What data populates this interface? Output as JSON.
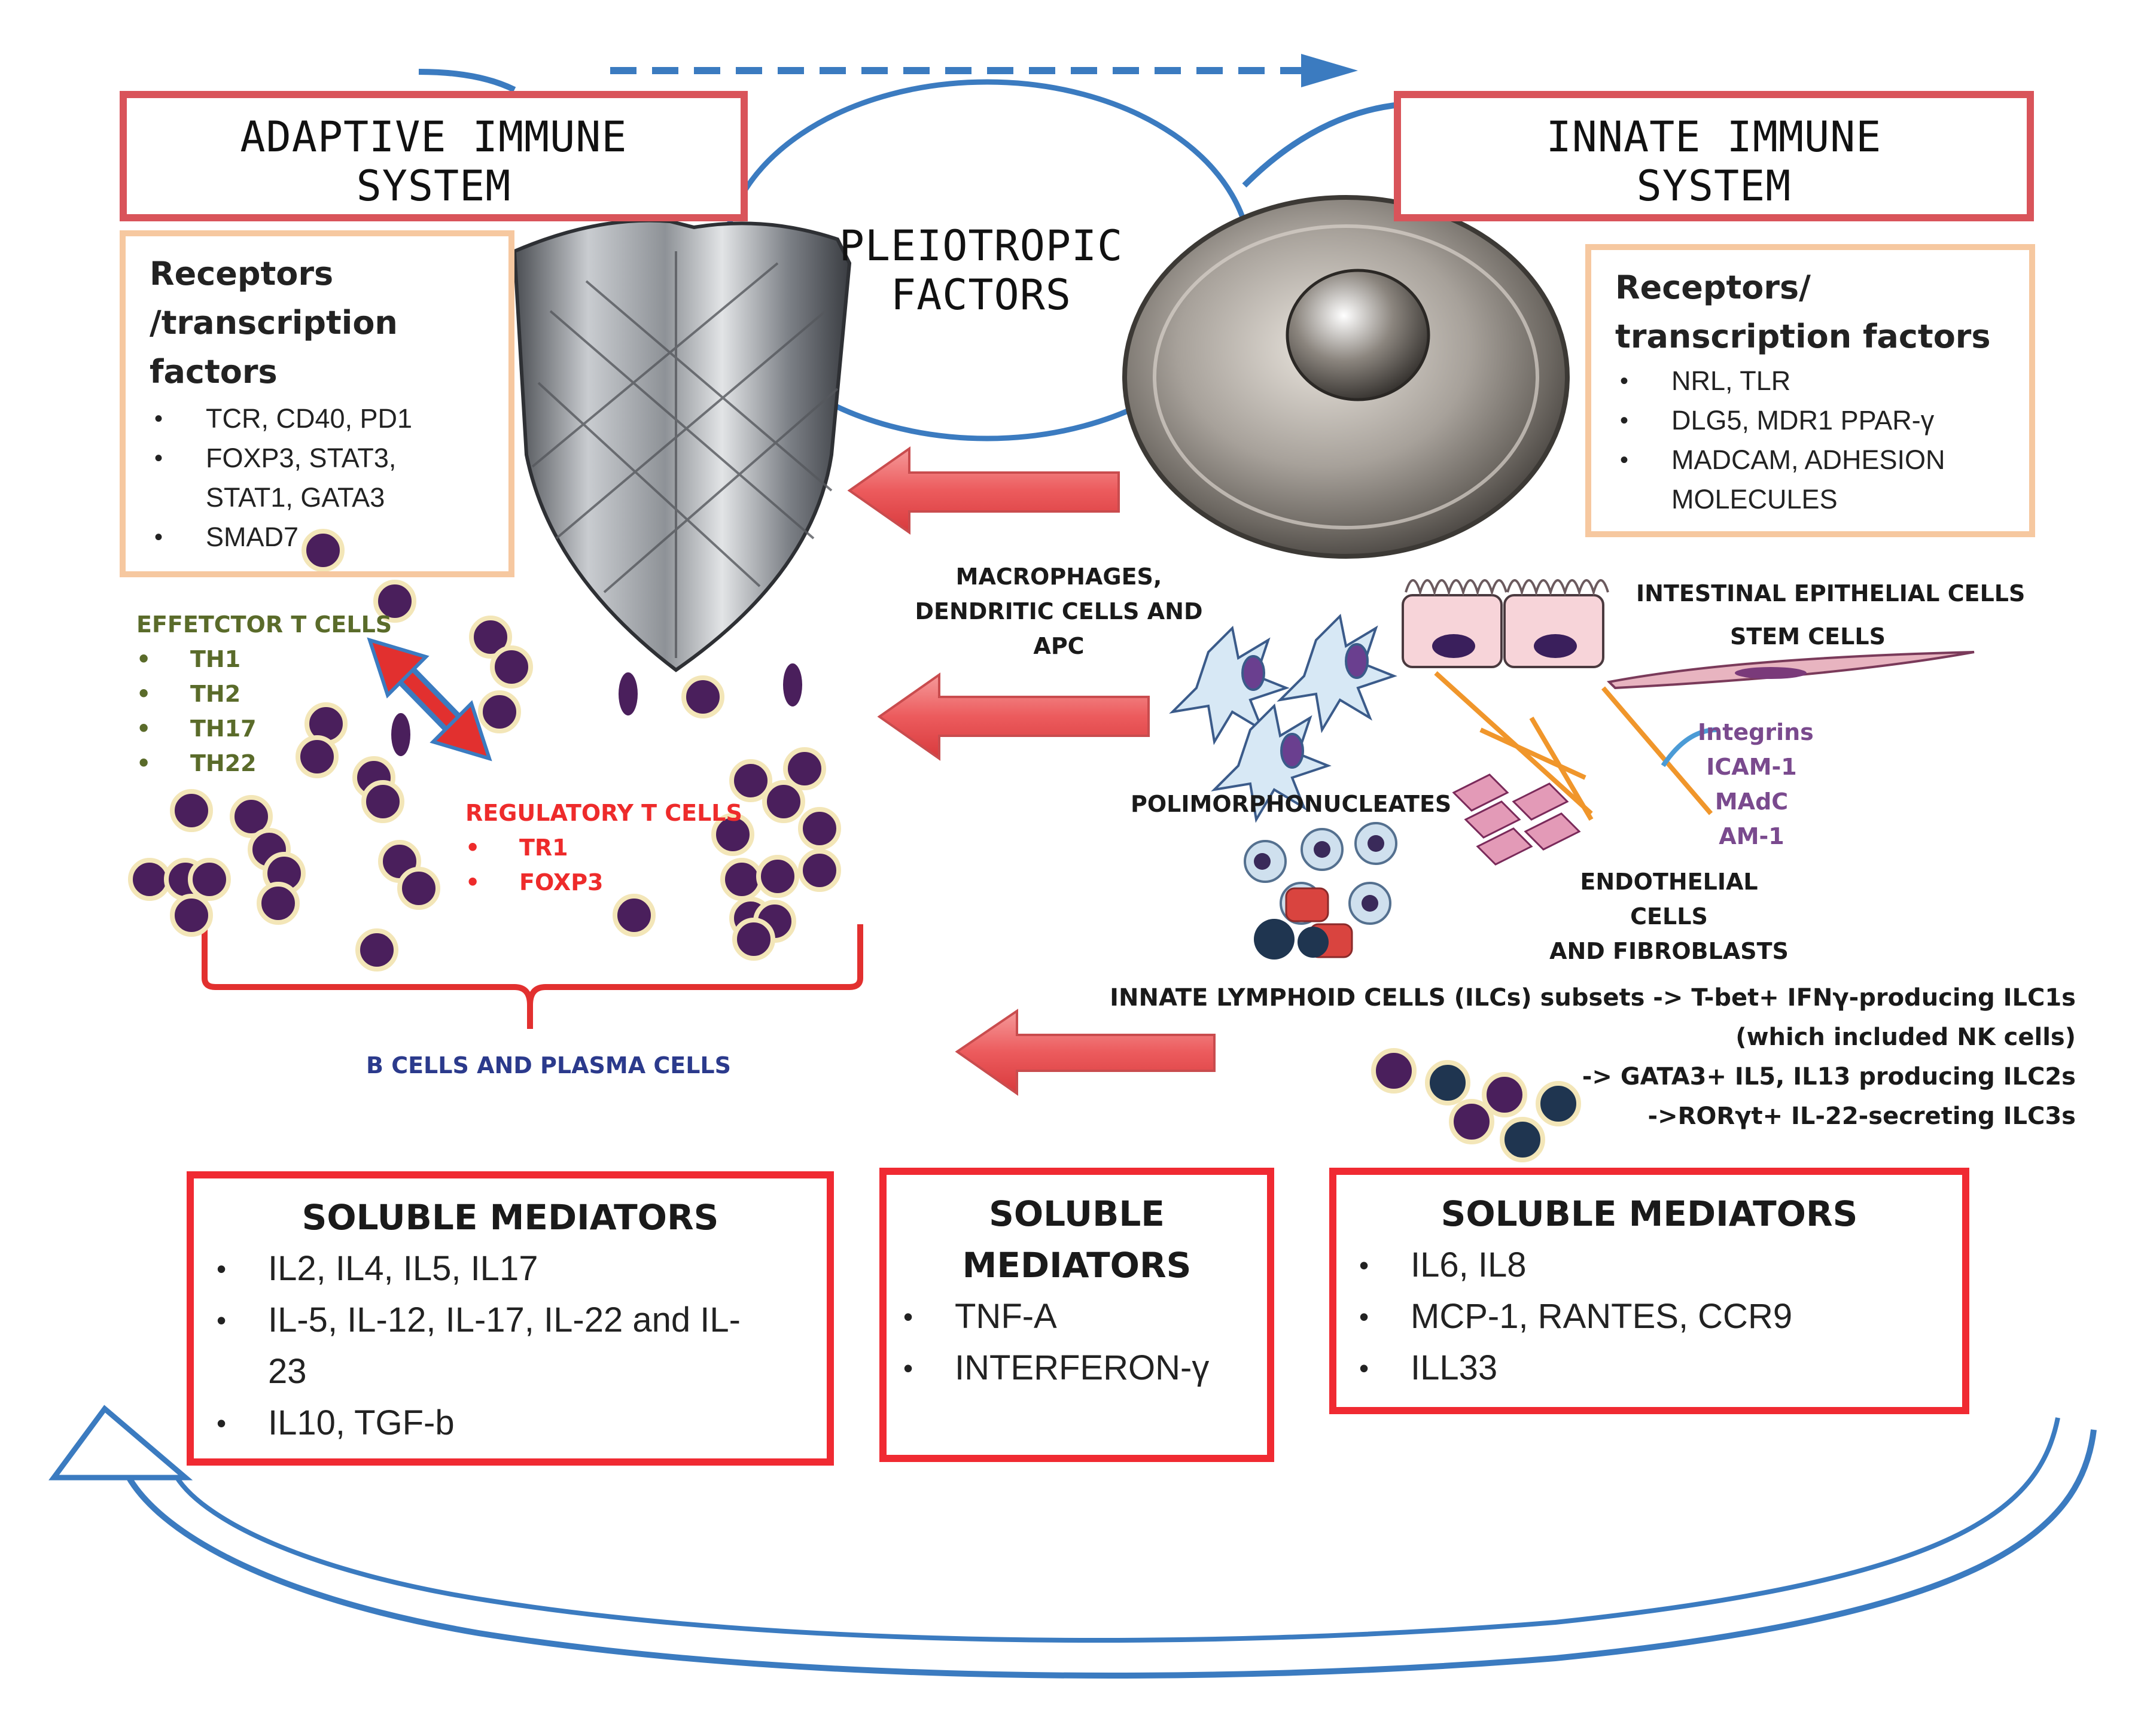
{
  "adaptive": {
    "title_line1": "ADAPTIVE IMMUNE",
    "title_line2": "SYSTEM",
    "receptors_title": [
      "Receptors",
      "/transcription",
      "factors"
    ],
    "receptors": [
      "TCR, CD40, PD1",
      "FOXP3, STAT3,",
      "STAT1, GATA3",
      "SMAD7"
    ]
  },
  "innate": {
    "title_line1": "INNATE IMMUNE",
    "title_line2": "SYSTEM",
    "receptors_title": [
      "Receptors/",
      "transcription factors"
    ],
    "receptors": [
      "NRL, TLR",
      "DLG5, MDR1 PPAR-γ",
      "MADCAM, ADHESION",
      "MOLECULES"
    ]
  },
  "pleiotropic": {
    "line1": "PLEIOTROPIC",
    "line2": "FACTORS"
  },
  "effector": {
    "title": "EFFETCTOR T CELLS",
    "items": [
      "TH1",
      "TH2",
      "TH17",
      "TH22"
    ]
  },
  "regulatory": {
    "title": "REGULATORY T CELLS",
    "items": [
      "TR1",
      "FOXP3"
    ]
  },
  "b_cells": "B CELLS AND PLASMA CELLS",
  "macrophages": {
    "line1": "MACROPHAGES,",
    "line2": "DENDRITIC CELLS AND APC"
  },
  "polimorpho": "POLIMORPHONUCLEATES",
  "intestinal": "INTESTINAL EPITHELIAL CELLS",
  "stem": "STEM CELLS",
  "integrins": [
    "Integrins",
    "ICAM-1",
    "MAdC",
    "AM-1"
  ],
  "endothelial": {
    "line1": "ENDOTHELIAL CELLS",
    "line2": "AND FIBROBLASTS"
  },
  "ilc": [
    "INNATE LYMPHOID CELLS (ILCs) subsets -> T-bet+ IFNγ-producing ILC1s",
    "(which included NK cells)",
    "-> GATA3+ IL5, IL13 producing ILC2s",
    "->RORγt+ IL-22-secreting ILC3s"
  ],
  "soluble_left": {
    "title": "SOLUBLE MEDIATORS",
    "items": [
      "IL2, IL4, IL5, IL17",
      "IL-5, IL-12, IL-17, IL-22 and IL-",
      "IL10, TGF-b"
    ],
    "item2_cont": "23"
  },
  "soluble_mid": {
    "title_line1": "SOLUBLE",
    "title_line2": "MEDIATORS",
    "items": [
      "TNF-A",
      "INTERFERON-γ"
    ]
  },
  "soluble_right": {
    "title": "SOLUBLE MEDIATORS",
    "items": [
      "IL6, IL8",
      "MCP-1, RANTES, CCR9",
      "ILL33"
    ]
  },
  "colors": {
    "frame_red": "#d9545a",
    "box_red": "#f02a32",
    "peach": "#f6c8a0",
    "arrow_blue": "#3b7bc0",
    "arrow_red": "#f0696a",
    "cell_purple": "#4a1f5c",
    "cell_rim": "#f3e6b8"
  }
}
